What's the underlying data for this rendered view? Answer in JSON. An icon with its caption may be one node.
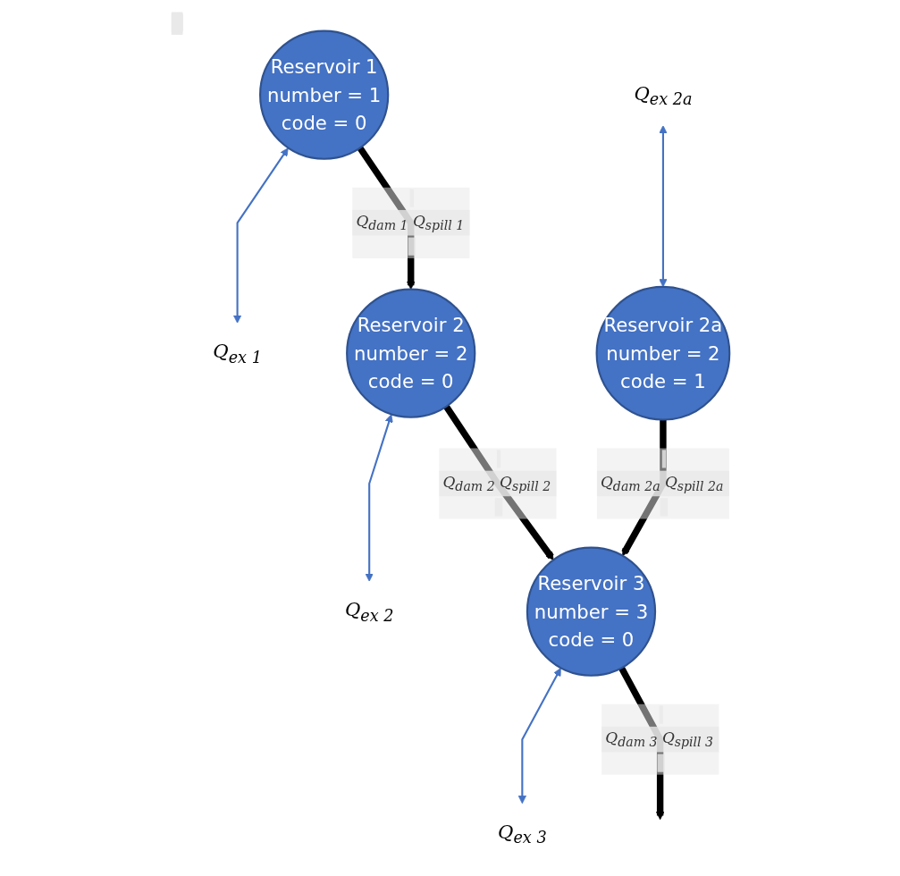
{
  "diagram": {
    "nodes": [
      {
        "text": [
          "Reservoir 1",
          "number = 1",
          "code = 0"
        ]
      },
      {
        "text": [
          "Q$_{ex 1}$"
        ]
      },
      {
        "text": [
          "Reservoir 2",
          "number = 2",
          "code = 0"
        ]
      },
      {
        "text": [
          "Q$_{ex 2}$"
        ]
      },
      {
        "text": [
          "Q$_{ex 2a}$"
        ]
      },
      {
        "text": [
          "Reservoir 2a",
          "number = 2",
          "code = 1"
        ]
      },
      {
        "text": [
          "Reservoir 3",
          "number = 3",
          "code = 0"
        ]
      },
      {
        "text": [
          "Q$_{ex 3}$"
        ]
      }
    ],
    "edges": [
      {
        "from": 0,
        "to": 1,
        "arrow": "both",
        "color": "#4472c4"
      },
      {
        "from": 0,
        "to": 2,
        "arrow": "to",
        "label": "Q$_{dam 1}$ Q$_{spill 1}$",
        "style": "thick",
        "color": "#000000"
      },
      {
        "from": 2,
        "to": 3,
        "arrow": "both",
        "color": "#4472c4"
      },
      {
        "from": 4,
        "to": 5,
        "arrow": "both",
        "color": "#4472c4"
      },
      {
        "from": 2,
        "to": 6,
        "arrow": "to",
        "label": "Q$_{dam 2}$ Q$_{spill 2}$",
        "style": "thick",
        "color": "#000000"
      },
      {
        "from": 5,
        "to": 6,
        "arrow": "to",
        "label": "Q$_{dam 2a}$ Q$_{spill 2a}$",
        "style": "thick",
        "color": "#000000"
      },
      {
        "from": 6,
        "to": 7,
        "arrow": "both",
        "color": "#4472c4"
      },
      {
        "from": 6,
        "to": null,
        "arrow": "to",
        "label": "Q$_{dam 3}$ Q$_{spill 3}$",
        "style": "thick",
        "color": "#000000"
      }
    ]
  }
}
